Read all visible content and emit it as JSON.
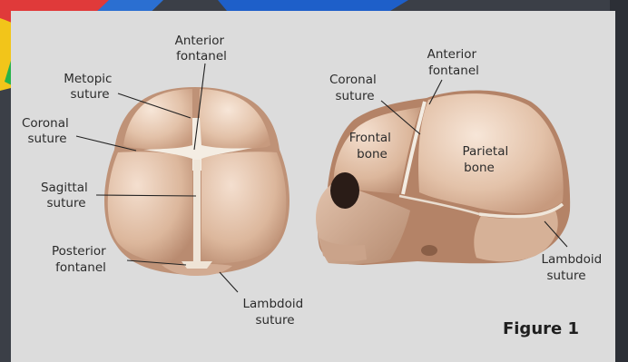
{
  "figure_label": "Figure 1",
  "colors": {
    "panel": "#dcdcdc",
    "bone_light": "#f2dccb",
    "bone_mid": "#e0bfa6",
    "bone_dark": "#c29478",
    "suture": "#f5efe6",
    "eye_socket": "#2a1c17"
  },
  "top_view": {
    "labels": [
      {
        "text": [
          "Anterior",
          "fontanel"
        ]
      },
      {
        "text": [
          "Metopic",
          "suture"
        ]
      },
      {
        "text": [
          "Coronal",
          "suture"
        ]
      },
      {
        "text": [
          "Sagittal",
          "suture"
        ]
      },
      {
        "text": [
          "Posterior",
          "fontanel"
        ]
      },
      {
        "text": [
          "Lambdoid",
          "suture"
        ]
      }
    ]
  },
  "side_view": {
    "labels": [
      {
        "text": [
          "Anterior",
          "fontanel"
        ]
      },
      {
        "text": [
          "Coronal",
          "suture"
        ]
      },
      {
        "text": [
          "Frontal",
          "bone"
        ]
      },
      {
        "text": [
          "Parietal",
          "bone"
        ]
      },
      {
        "text": [
          "Lambdoid",
          "suture"
        ]
      }
    ]
  }
}
